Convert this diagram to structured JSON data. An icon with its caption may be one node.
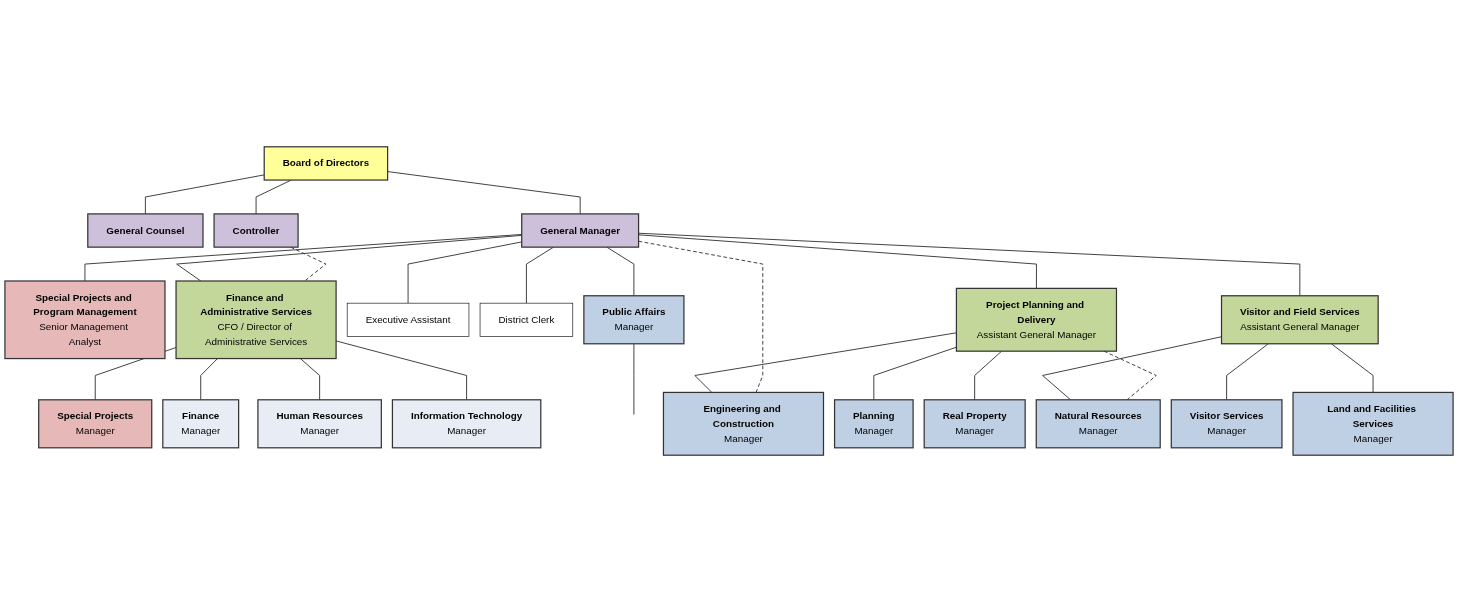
{
  "diagram": {
    "nodes": [
      {
        "text": [
          "General Counsel"
        ]
      },
      {
        "text": [
          "Board of Directors"
        ]
      },
      {
        "text": [
          "Controller"
        ]
      },
      {
        "text": [
          "Special Projects and Program Management",
          "Senior Management Analyst"
        ]
      },
      {
        "text": [
          "General Manager"
        ]
      },
      {
        "text": [
          "Public Affairs",
          "Manager"
        ]
      },
      {
        "text": [
          "Executive Assistant"
        ]
      },
      {
        "text": [
          "District Clerk"
        ]
      },
      {
        "text": [
          "Project Planning and Delivery",
          "Assistant General Manager"
        ]
      },
      {
        "text": [
          "Visitor and Field Services",
          "Assistant General Manager"
        ]
      },
      {
        "text": [
          "Finance and Administrative Services",
          "CFO / Director of Administrative Services"
        ]
      },
      {
        "text": [
          "Special Projects",
          "Manager"
        ]
      },
      {
        "text": [
          "Engineering and Construction",
          "Manager"
        ]
      },
      {
        "text": [
          "Planning",
          "Manager"
        ]
      },
      {
        "text": [
          "Real Property",
          "Manager"
        ]
      },
      {
        "text": [
          "Natural Resources",
          "Manager"
        ]
      },
      {
        "text": [
          "Visitor Services",
          "Manager"
        ]
      },
      {
        "text": [
          "Land and Facilities Services",
          "Manager"
        ]
      },
      {
        "text": [
          "Finance",
          "Manager"
        ]
      },
      {
        "text": [
          "Human Resources",
          "Manager"
        ]
      },
      {
        "text": [
          "Information Technology",
          "Manager"
        ]
      }
    ],
    "edges": [
      {
        "from": 1,
        "to": 0,
        "arrow": "none"
      },
      {
        "from": 1,
        "to": 2,
        "arrow": "none"
      },
      {
        "from": 1,
        "to": 4,
        "arrow": "none"
      },
      {
        "from": 4,
        "to": 3,
        "arrow": "none"
      },
      {
        "from": 4,
        "to": 5,
        "arrow": "none"
      },
      {
        "from": 5,
        "to": null,
        "arrow": "none"
      },
      {
        "from": 4,
        "to": 6,
        "arrow": "none"
      },
      {
        "from": 4,
        "to": 7,
        "arrow": "none"
      },
      {
        "from": 4,
        "to": 8,
        "arrow": "none"
      },
      {
        "from": 4,
        "to": 9,
        "arrow": "none"
      },
      {
        "from": 4,
        "to": 10,
        "arrow": "none"
      },
      {
        "from": 10,
        "to": 11,
        "arrow": "none"
      },
      {
        "from": 8,
        "to": 12,
        "arrow": "none"
      },
      {
        "from": 8,
        "to": 13,
        "arrow": "none"
      },
      {
        "from": 8,
        "to": 14,
        "arrow": "none"
      },
      {
        "from": 9,
        "to": 15,
        "arrow": "none"
      },
      {
        "from": 9,
        "to": 16,
        "arrow": "none"
      },
      {
        "from": 9,
        "to": 17,
        "arrow": "none"
      },
      {
        "from": 10,
        "to": 18,
        "arrow": "none"
      },
      {
        "from": 10,
        "to": 19,
        "arrow": "none"
      },
      {
        "from": 10,
        "to": 20,
        "arrow": "none"
      },
      {
        "from": 2,
        "to": 10,
        "arrow": "none",
        "style": "dashed"
      },
      {
        "from": 4,
        "to": 12,
        "arrow": "none",
        "style": "dashed"
      },
      {
        "from": 8,
        "to": 15,
        "arrow": "none",
        "style": "dashed"
      }
    ]
  }
}
